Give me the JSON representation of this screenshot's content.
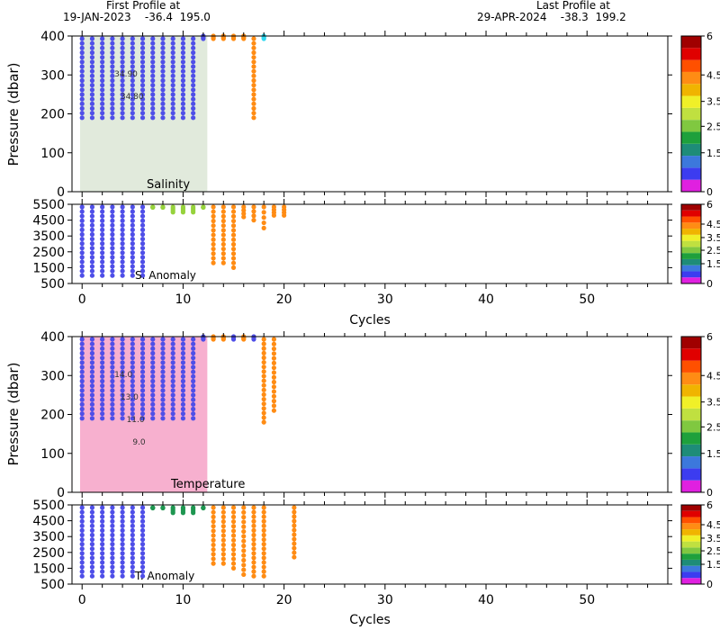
{
  "header": {
    "first_profile_label": "First Profile at",
    "first_profile_value": "19-JAN-2023    -36.4  195.0",
    "last_profile_label": "Last Profile at",
    "last_profile_value": "29-APR-2024    -38.3  199.2"
  },
  "chart_data": [
    {
      "type": "scatter",
      "name": "salinity-section",
      "title": "Salinity",
      "xlabel": "",
      "ylabel": "Pressure (dbar)",
      "xlim": [
        -1,
        58
      ],
      "ylim": [
        400,
        0
      ],
      "y_ticks": [
        0,
        100,
        200,
        300,
        400
      ],
      "contour_labels": [
        "34.90",
        "34.80"
      ],
      "colorbar": {
        "ticks": [
          "0",
          "1.5",
          "2.5",
          "3.5",
          "4.5",
          "6"
        ],
        "colors": [
          "#e020e0",
          "#3c3cf0",
          "#3c78dc",
          "#1e8c78",
          "#1ea03c",
          "#80c840",
          "#c0e040",
          "#f0f028",
          "#f0b400",
          "#ff8c14",
          "#ff5000",
          "#e00000",
          "#a00000"
        ]
      },
      "profiles": [
        {
          "cycle": 0,
          "max_pressure": 190,
          "color": "#4f4fe8"
        },
        {
          "cycle": 1,
          "max_pressure": 190,
          "color": "#4f4fe8"
        },
        {
          "cycle": 2,
          "max_pressure": 190,
          "color": "#4f4fe8"
        },
        {
          "cycle": 3,
          "max_pressure": 190,
          "color": "#4f4fe8"
        },
        {
          "cycle": 4,
          "max_pressure": 190,
          "color": "#4f4fe8"
        },
        {
          "cycle": 5,
          "max_pressure": 190,
          "color": "#4f4fe8"
        },
        {
          "cycle": 6,
          "max_pressure": 190,
          "color": "#4f4fe8"
        },
        {
          "cycle": 7,
          "max_pressure": 190,
          "color": "#4f4fe8"
        },
        {
          "cycle": 8,
          "max_pressure": 190,
          "color": "#4f4fe8"
        },
        {
          "cycle": 9,
          "max_pressure": 190,
          "color": "#4f4fe8"
        },
        {
          "cycle": 10,
          "max_pressure": 190,
          "color": "#4f4fe8"
        },
        {
          "cycle": 11,
          "max_pressure": 190,
          "color": "#4f4fe8"
        },
        {
          "cycle": 12,
          "max_pressure": 400,
          "color": "#4f4fe8"
        },
        {
          "cycle": 13,
          "max_pressure": 400,
          "color": "#ff8c14"
        },
        {
          "cycle": 14,
          "max_pressure": 400,
          "color": "#ff8c14"
        },
        {
          "cycle": 15,
          "max_pressure": 400,
          "color": "#ff8c14"
        },
        {
          "cycle": 16,
          "max_pressure": 400,
          "color": "#ff8c14"
        },
        {
          "cycle": 17,
          "max_pressure": 190,
          "color": "#ff8c14"
        },
        {
          "cycle": 18,
          "max_pressure": 400,
          "color": "#30d8f0"
        }
      ]
    },
    {
      "type": "scatter",
      "name": "salinity-anomaly",
      "title": "S. Anomaly",
      "xlabel": "Cycles",
      "ylabel": "",
      "xlim": [
        -1,
        58
      ],
      "ylim": [
        5500,
        500
      ],
      "y_ticks": [
        500,
        1500,
        2500,
        3500,
        4500,
        5500
      ],
      "x_ticks": [
        0,
        10,
        20,
        30,
        40,
        50
      ],
      "colorbar": {
        "ticks": [
          "0",
          "1.5",
          "2.5",
          "3.5",
          "4.5",
          "6"
        ],
        "colors": [
          "#e020e0",
          "#3c3cf0",
          "#3c78dc",
          "#1e8c78",
          "#1ea03c",
          "#80c840",
          "#c0e040",
          "#f0f028",
          "#f0b400",
          "#ff8c14",
          "#ff5000",
          "#e00000",
          "#a00000"
        ]
      },
      "profiles": [
        {
          "cycle": 0,
          "max_pressure": 1000,
          "color": "#4f4fe8"
        },
        {
          "cycle": 1,
          "max_pressure": 1000,
          "color": "#4f4fe8"
        },
        {
          "cycle": 2,
          "max_pressure": 1000,
          "color": "#4f4fe8"
        },
        {
          "cycle": 3,
          "max_pressure": 1000,
          "color": "#4f4fe8"
        },
        {
          "cycle": 4,
          "max_pressure": 1000,
          "color": "#4f4fe8"
        },
        {
          "cycle": 5,
          "max_pressure": 1000,
          "color": "#4f4fe8"
        },
        {
          "cycle": 6,
          "max_pressure": 1000,
          "color": "#4f4fe8"
        },
        {
          "cycle": 7,
          "max_pressure": 5300,
          "color": "#96d23c"
        },
        {
          "cycle": 8,
          "max_pressure": 5300,
          "color": "#96d23c"
        },
        {
          "cycle": 9,
          "max_pressure": 5000,
          "color": "#96d23c"
        },
        {
          "cycle": 10,
          "max_pressure": 5000,
          "color": "#96d23c"
        },
        {
          "cycle": 11,
          "max_pressure": 5000,
          "color": "#96d23c"
        },
        {
          "cycle": 12,
          "max_pressure": 5300,
          "color": "#96d23c"
        },
        {
          "cycle": 13,
          "max_pressure": 1800,
          "color": "#ff8c14"
        },
        {
          "cycle": 14,
          "max_pressure": 1800,
          "color": "#ff8c14"
        },
        {
          "cycle": 15,
          "max_pressure": 1500,
          "color": "#ff8c14"
        },
        {
          "cycle": 16,
          "max_pressure": 4700,
          "color": "#ff8c14"
        },
        {
          "cycle": 17,
          "max_pressure": 4500,
          "color": "#ff8c14"
        },
        {
          "cycle": 18,
          "max_pressure": 4000,
          "color": "#ff8c14"
        },
        {
          "cycle": 19,
          "max_pressure": 4800,
          "color": "#ff8c14"
        },
        {
          "cycle": 20,
          "max_pressure": 4800,
          "color": "#ff8c14"
        }
      ]
    },
    {
      "type": "scatter",
      "name": "temperature-section",
      "title": "Temperature",
      "xlabel": "",
      "ylabel": "Pressure (dbar)",
      "xlim": [
        -1,
        58
      ],
      "ylim": [
        400,
        0
      ],
      "y_ticks": [
        0,
        100,
        200,
        300,
        400
      ],
      "contour_labels": [
        "14.0",
        "13.0",
        "11.0",
        "9.0"
      ],
      "colorbar": {
        "ticks": [
          "0",
          "1.5",
          "2.5",
          "3.5",
          "4.5",
          "6"
        ],
        "colors": [
          "#e020e0",
          "#3c3cf0",
          "#3c78dc",
          "#1e8c78",
          "#1ea03c",
          "#80c840",
          "#c0e040",
          "#f0f028",
          "#f0b400",
          "#ff8c14",
          "#ff5000",
          "#e00000",
          "#a00000"
        ]
      },
      "profiles": [
        {
          "cycle": 0,
          "max_pressure": 190,
          "color": "#4f4fe8"
        },
        {
          "cycle": 1,
          "max_pressure": 190,
          "color": "#4f4fe8"
        },
        {
          "cycle": 2,
          "max_pressure": 190,
          "color": "#4f4fe8"
        },
        {
          "cycle": 3,
          "max_pressure": 190,
          "color": "#4f4fe8"
        },
        {
          "cycle": 4,
          "max_pressure": 190,
          "color": "#4f4fe8"
        },
        {
          "cycle": 5,
          "max_pressure": 190,
          "color": "#4f4fe8"
        },
        {
          "cycle": 6,
          "max_pressure": 190,
          "color": "#4f4fe8"
        },
        {
          "cycle": 7,
          "max_pressure": 190,
          "color": "#4f4fe8"
        },
        {
          "cycle": 8,
          "max_pressure": 190,
          "color": "#4f4fe8"
        },
        {
          "cycle": 9,
          "max_pressure": 190,
          "color": "#4f4fe8"
        },
        {
          "cycle": 10,
          "max_pressure": 190,
          "color": "#4f4fe8"
        },
        {
          "cycle": 11,
          "max_pressure": 190,
          "color": "#4f4fe8"
        },
        {
          "cycle": 12,
          "max_pressure": 400,
          "color": "#4f4fe8"
        },
        {
          "cycle": 13,
          "max_pressure": 400,
          "color": "#ff8c14"
        },
        {
          "cycle": 14,
          "max_pressure": 400,
          "color": "#ff8c14"
        },
        {
          "cycle": 15,
          "max_pressure": 400,
          "color": "#4f4fe8"
        },
        {
          "cycle": 16,
          "max_pressure": 400,
          "color": "#ff8c14"
        },
        {
          "cycle": 17,
          "max_pressure": 400,
          "color": "#4f4fe8"
        },
        {
          "cycle": 18,
          "max_pressure": 180,
          "color": "#ff8c14"
        },
        {
          "cycle": 19,
          "max_pressure": 210,
          "color": "#ff8c14"
        }
      ]
    },
    {
      "type": "scatter",
      "name": "temperature-anomaly",
      "title": "T. Anomaly",
      "xlabel": "Cycles",
      "ylabel": "",
      "xlim": [
        -1,
        58
      ],
      "ylim": [
        5500,
        500
      ],
      "y_ticks": [
        500,
        1500,
        2500,
        3500,
        4500,
        5500
      ],
      "x_ticks": [
        0,
        10,
        20,
        30,
        40,
        50
      ],
      "colorbar": {
        "ticks": [
          "0",
          "1.5",
          "2.5",
          "3.5",
          "4.5",
          "6"
        ],
        "colors": [
          "#e020e0",
          "#3c3cf0",
          "#3c78dc",
          "#1e8c78",
          "#1ea03c",
          "#80c840",
          "#c0e040",
          "#f0f028",
          "#f0b400",
          "#ff8c14",
          "#ff5000",
          "#e00000",
          "#a00000"
        ]
      },
      "profiles": [
        {
          "cycle": 0,
          "max_pressure": 1000,
          "color": "#4f4fe8"
        },
        {
          "cycle": 1,
          "max_pressure": 1000,
          "color": "#4f4fe8"
        },
        {
          "cycle": 2,
          "max_pressure": 1000,
          "color": "#4f4fe8"
        },
        {
          "cycle": 3,
          "max_pressure": 1000,
          "color": "#4f4fe8"
        },
        {
          "cycle": 4,
          "max_pressure": 1000,
          "color": "#4f4fe8"
        },
        {
          "cycle": 5,
          "max_pressure": 1000,
          "color": "#4f4fe8"
        },
        {
          "cycle": 6,
          "max_pressure": 1000,
          "color": "#4f4fe8"
        },
        {
          "cycle": 7,
          "max_pressure": 5300,
          "color": "#1e9650"
        },
        {
          "cycle": 8,
          "max_pressure": 5300,
          "color": "#1e9650"
        },
        {
          "cycle": 9,
          "max_pressure": 5000,
          "color": "#1e9650"
        },
        {
          "cycle": 10,
          "max_pressure": 5000,
          "color": "#1e9650"
        },
        {
          "cycle": 11,
          "max_pressure": 5000,
          "color": "#1e9650"
        },
        {
          "cycle": 12,
          "max_pressure": 5300,
          "color": "#1e9650"
        },
        {
          "cycle": 13,
          "max_pressure": 1800,
          "color": "#ff8c14"
        },
        {
          "cycle": 14,
          "max_pressure": 1800,
          "color": "#ff8c14"
        },
        {
          "cycle": 15,
          "max_pressure": 1500,
          "color": "#ff8c14"
        },
        {
          "cycle": 16,
          "max_pressure": 1100,
          "color": "#ff8c14"
        },
        {
          "cycle": 17,
          "max_pressure": 1000,
          "color": "#ff8c14"
        },
        {
          "cycle": 18,
          "max_pressure": 1000,
          "color": "#ff8c14"
        },
        {
          "cycle": 21,
          "max_pressure": 2200,
          "color": "#ff8c14"
        }
      ]
    }
  ]
}
